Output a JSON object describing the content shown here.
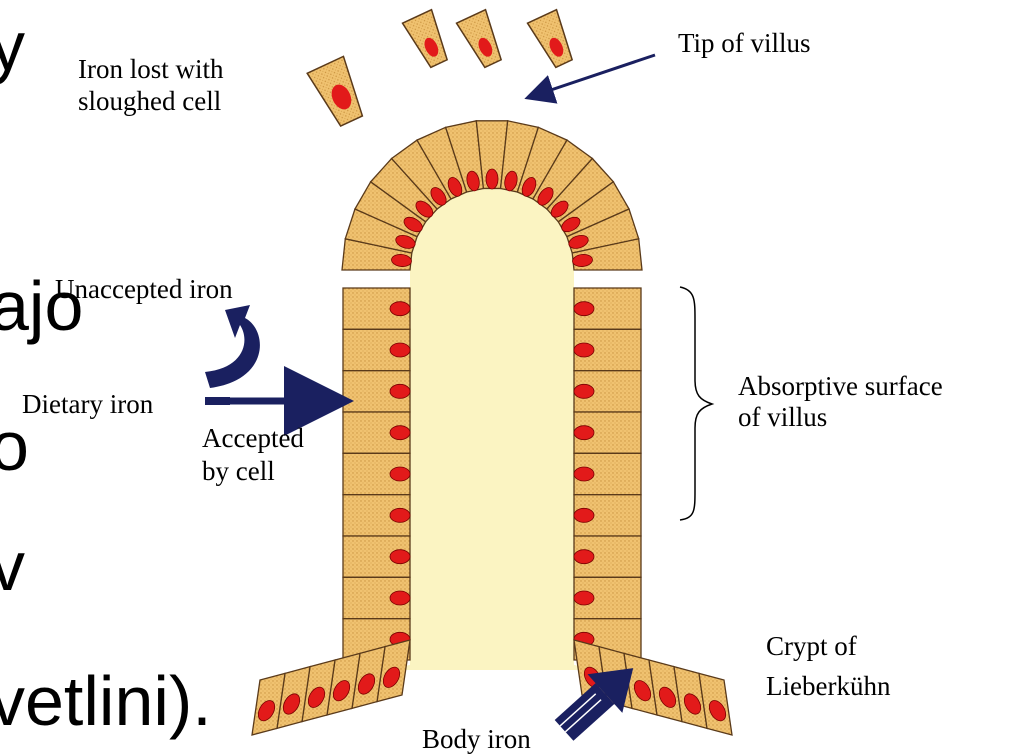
{
  "background_fragments": [
    "y",
    "ajo",
    "o",
    "v",
    "vetlini)."
  ],
  "labels": {
    "iron_lost_line1": "Iron lost with",
    "iron_lost_line2": "sloughed cell",
    "tip_of_villus": "Tip of villus",
    "unaccepted_iron": "Unaccepted iron",
    "dietary_iron": "Dietary iron",
    "accepted_line1": "Accepted",
    "accepted_line2": "by cell",
    "absorptive_line1": "Absorptive surface",
    "absorptive_line2": "of villus",
    "crypt_line1": "Crypt of",
    "crypt_line2": "Lieberkühn",
    "body_iron": "Body iron"
  },
  "colors": {
    "cell_fill": "#f0c270",
    "cell_stroke": "#5a3a1a",
    "nucleus": "#e21a1a",
    "core": "#fbf4c2",
    "arrow": "#1a2060"
  }
}
